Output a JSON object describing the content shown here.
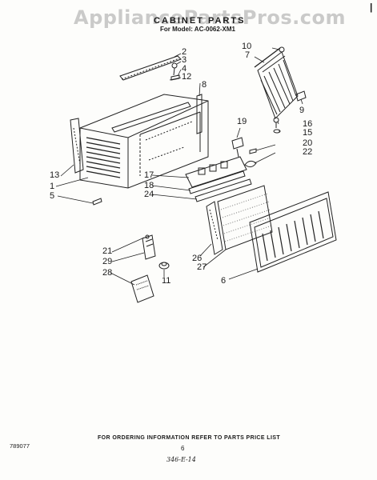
{
  "watermark": "AppliancePartsPros.com",
  "corner_mark": "|",
  "header": {
    "title": "CABINET PARTS",
    "subtitle": "For Model: AC-0062-XM1"
  },
  "callouts": {
    "c1": "1",
    "c2": "2",
    "c3": "3",
    "c4": "4",
    "c5": "5",
    "c6": "6",
    "c7": "7",
    "c8": "8",
    "c9": "9",
    "c10": "10",
    "c11": "11",
    "c12": "12",
    "c13": "13",
    "c15": "15",
    "c16": "16",
    "c17": "17",
    "c18": "18",
    "c19": "19",
    "c20": "20",
    "c21": "21",
    "c22": "22",
    "c24": "24",
    "c26": "26",
    "c27": "27",
    "c28": "28",
    "c29": "29"
  },
  "footer": {
    "ordering_note": "FOR ORDERING INFORMATION REFER TO PARTS PRICE LIST",
    "code": "789077",
    "page_number": "6",
    "handwritten": "346-E-14"
  }
}
